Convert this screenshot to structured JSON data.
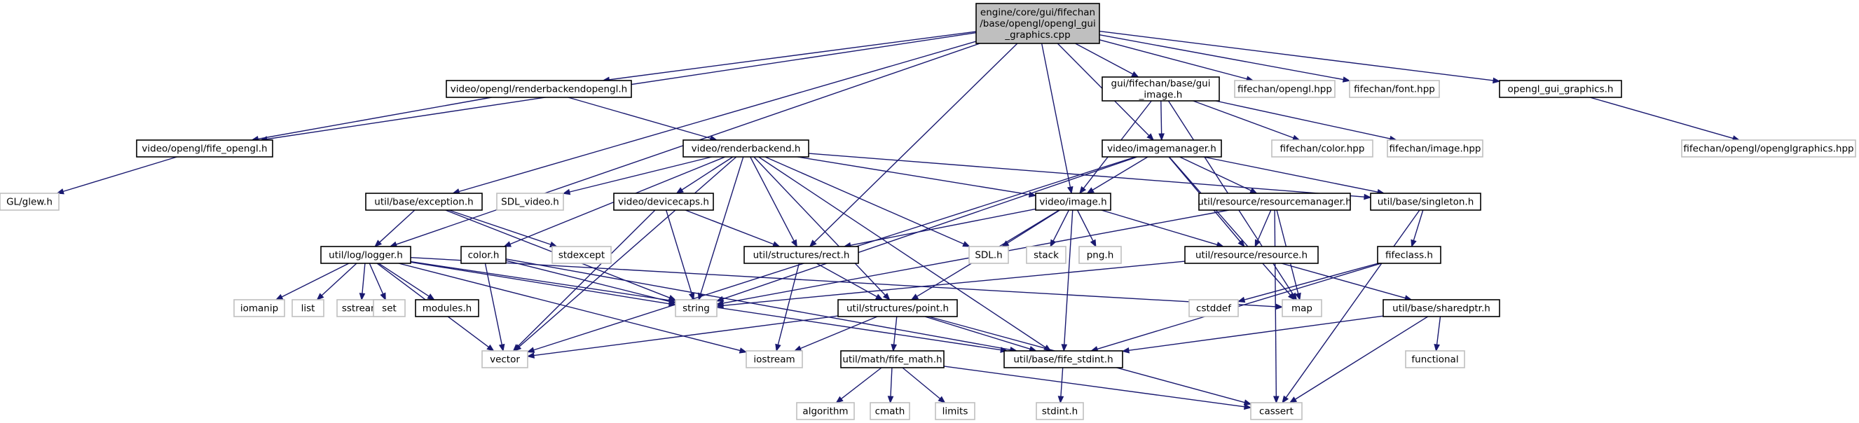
{
  "diagram": {
    "type": "include-dependency-graph",
    "colors": {
      "edge": "#191970",
      "node_border": "#000000",
      "external_border": "#bfbfbf",
      "root_fill": "#bfbfbf",
      "node_fill": "#ffffff"
    },
    "nodes": [
      {
        "id": "root",
        "lines": [
          "engine/core/gui/fifechan",
          "/base/opengl/opengl_gui",
          "_graphics.cpp"
        ],
        "kind": "root"
      },
      {
        "id": "render_ogl",
        "lines": [
          "video/opengl/renderbackendopengl.h"
        ],
        "kind": "file"
      },
      {
        "id": "gui_image",
        "lines": [
          "gui/fifechan/base/gui",
          "_image.h"
        ],
        "kind": "file"
      },
      {
        "id": "fc_opengl",
        "lines": [
          "fifechan/opengl.hpp"
        ],
        "kind": "external"
      },
      {
        "id": "fc_font",
        "lines": [
          "fifechan/font.hpp"
        ],
        "kind": "external"
      },
      {
        "id": "ogl_gui_graphics",
        "lines": [
          "opengl_gui_graphics.h"
        ],
        "kind": "file"
      },
      {
        "id": "fife_opengl",
        "lines": [
          "video/opengl/fife_opengl.h"
        ],
        "kind": "file"
      },
      {
        "id": "renderbackend",
        "lines": [
          "video/renderbackend.h"
        ],
        "kind": "file"
      },
      {
        "id": "imagemanager",
        "lines": [
          "video/imagemanager.h"
        ],
        "kind": "file"
      },
      {
        "id": "fc_color",
        "lines": [
          "fifechan/color.hpp"
        ],
        "kind": "external"
      },
      {
        "id": "fc_image",
        "lines": [
          "fifechan/image.hpp"
        ],
        "kind": "external"
      },
      {
        "id": "fc_oglgraphics",
        "lines": [
          "fifechan/opengl/openglgraphics.hpp"
        ],
        "kind": "external"
      },
      {
        "id": "glew",
        "lines": [
          "GL/glew.h"
        ],
        "kind": "external"
      },
      {
        "id": "exception",
        "lines": [
          "util/base/exception.h"
        ],
        "kind": "file"
      },
      {
        "id": "sdl_video",
        "lines": [
          "SDL_video.h"
        ],
        "kind": "external"
      },
      {
        "id": "devicecaps",
        "lines": [
          "video/devicecaps.h"
        ],
        "kind": "file"
      },
      {
        "id": "image",
        "lines": [
          "video/image.h"
        ],
        "kind": "file"
      },
      {
        "id": "resourcemanager",
        "lines": [
          "util/resource/resourcemanager.h"
        ],
        "kind": "file"
      },
      {
        "id": "singleton",
        "lines": [
          "util/base/singleton.h"
        ],
        "kind": "file"
      },
      {
        "id": "logger",
        "lines": [
          "util/log/logger.h"
        ],
        "kind": "file"
      },
      {
        "id": "color",
        "lines": [
          "color.h"
        ],
        "kind": "file"
      },
      {
        "id": "stdexcept",
        "lines": [
          "stdexcept"
        ],
        "kind": "external"
      },
      {
        "id": "rect",
        "lines": [
          "util/structures/rect.h"
        ],
        "kind": "file"
      },
      {
        "id": "sdl",
        "lines": [
          "SDL.h"
        ],
        "kind": "external"
      },
      {
        "id": "stack",
        "lines": [
          "stack"
        ],
        "kind": "external"
      },
      {
        "id": "png",
        "lines": [
          "png.h"
        ],
        "kind": "external"
      },
      {
        "id": "resource",
        "lines": [
          "util/resource/resource.h"
        ],
        "kind": "file"
      },
      {
        "id": "fifeclass",
        "lines": [
          "fifeclass.h"
        ],
        "kind": "file"
      },
      {
        "id": "iomanip",
        "lines": [
          "iomanip"
        ],
        "kind": "external"
      },
      {
        "id": "list",
        "lines": [
          "list"
        ],
        "kind": "external"
      },
      {
        "id": "sstream",
        "lines": [
          "sstream"
        ],
        "kind": "external"
      },
      {
        "id": "set",
        "lines": [
          "set"
        ],
        "kind": "external"
      },
      {
        "id": "modules",
        "lines": [
          "modules.h"
        ],
        "kind": "file"
      },
      {
        "id": "string",
        "lines": [
          "string"
        ],
        "kind": "external"
      },
      {
        "id": "map",
        "lines": [
          "map"
        ],
        "kind": "external"
      },
      {
        "id": "cstddef",
        "lines": [
          "cstddef"
        ],
        "kind": "external"
      },
      {
        "id": "point",
        "lines": [
          "util/structures/point.h"
        ],
        "kind": "file"
      },
      {
        "id": "sharedptr",
        "lines": [
          "util/base/sharedptr.h"
        ],
        "kind": "file"
      },
      {
        "id": "vector",
        "lines": [
          "vector"
        ],
        "kind": "external"
      },
      {
        "id": "iostream",
        "lines": [
          "iostream"
        ],
        "kind": "external"
      },
      {
        "id": "fife_stdint",
        "lines": [
          "util/base/fife_stdint.h"
        ],
        "kind": "file"
      },
      {
        "id": "functional",
        "lines": [
          "functional"
        ],
        "kind": "external"
      },
      {
        "id": "fife_math",
        "lines": [
          "util/math/fife_math.h"
        ],
        "kind": "file"
      },
      {
        "id": "algorithm",
        "lines": [
          "algorithm"
        ],
        "kind": "external"
      },
      {
        "id": "cmath",
        "lines": [
          "cmath"
        ],
        "kind": "external"
      },
      {
        "id": "limits",
        "lines": [
          "limits"
        ],
        "kind": "external"
      },
      {
        "id": "cassert",
        "lines": [
          "cassert"
        ],
        "kind": "external"
      },
      {
        "id": "stdint",
        "lines": [
          "stdint.h"
        ],
        "kind": "external"
      }
    ],
    "edges": [
      [
        "root",
        "render_ogl"
      ],
      [
        "root",
        "gui_image"
      ],
      [
        "root",
        "fc_opengl"
      ],
      [
        "root",
        "fc_font"
      ],
      [
        "root",
        "ogl_gui_graphics"
      ],
      [
        "root",
        "fife_opengl"
      ],
      [
        "root",
        "imagemanager"
      ],
      [
        "root",
        "image"
      ],
      [
        "root",
        "rect"
      ],
      [
        "root",
        "exception"
      ],
      [
        "root",
        "logger"
      ],
      [
        "render_ogl",
        "fife_opengl"
      ],
      [
        "render_ogl",
        "renderbackend"
      ],
      [
        "fife_opengl",
        "glew"
      ],
      [
        "gui_image",
        "imagemanager"
      ],
      [
        "gui_image",
        "image"
      ],
      [
        "gui_image",
        "fc_color"
      ],
      [
        "gui_image",
        "fc_image"
      ],
      [
        "gui_image",
        "map"
      ],
      [
        "ogl_gui_graphics",
        "fc_oglgraphics"
      ],
      [
        "renderbackend",
        "sdl_video"
      ],
      [
        "renderbackend",
        "devicecaps"
      ],
      [
        "renderbackend",
        "image"
      ],
      [
        "renderbackend",
        "singleton"
      ],
      [
        "renderbackend",
        "rect"
      ],
      [
        "renderbackend",
        "point"
      ],
      [
        "renderbackend",
        "sdl"
      ],
      [
        "renderbackend",
        "string"
      ],
      [
        "renderbackend",
        "vector"
      ],
      [
        "renderbackend",
        "color"
      ],
      [
        "renderbackend",
        "fife_stdint"
      ],
      [
        "imagemanager",
        "image"
      ],
      [
        "imagemanager",
        "resourcemanager"
      ],
      [
        "imagemanager",
        "singleton"
      ],
      [
        "imagemanager",
        "resource"
      ],
      [
        "imagemanager",
        "string"
      ],
      [
        "imagemanager",
        "map"
      ],
      [
        "imagemanager",
        "vector"
      ],
      [
        "exception",
        "logger"
      ],
      [
        "exception",
        "stdexcept"
      ],
      [
        "exception",
        "string"
      ],
      [
        "devicecaps",
        "rect"
      ],
      [
        "devicecaps",
        "string"
      ],
      [
        "devicecaps",
        "vector"
      ],
      [
        "image",
        "rect"
      ],
      [
        "image",
        "sdl"
      ],
      [
        "image",
        "stack"
      ],
      [
        "image",
        "png"
      ],
      [
        "image",
        "resource"
      ],
      [
        "image",
        "point"
      ],
      [
        "image",
        "fife_stdint"
      ],
      [
        "resourcemanager",
        "resource"
      ],
      [
        "resourcemanager",
        "string"
      ],
      [
        "resourcemanager",
        "cassert"
      ],
      [
        "resourcemanager",
        "map"
      ],
      [
        "singleton",
        "fifeclass"
      ],
      [
        "singleton",
        "cassert"
      ],
      [
        "logger",
        "iomanip"
      ],
      [
        "logger",
        "list"
      ],
      [
        "logger",
        "sstream"
      ],
      [
        "logger",
        "set"
      ],
      [
        "logger",
        "modules"
      ],
      [
        "logger",
        "string"
      ],
      [
        "logger",
        "vector"
      ],
      [
        "logger",
        "map"
      ],
      [
        "logger",
        "fife_stdint"
      ],
      [
        "logger",
        "iostream"
      ],
      [
        "color",
        "vector"
      ],
      [
        "color",
        "string"
      ],
      [
        "color",
        "fife_stdint"
      ],
      [
        "rect",
        "point"
      ],
      [
        "rect",
        "iostream"
      ],
      [
        "resource",
        "string"
      ],
      [
        "resource",
        "sharedptr"
      ],
      [
        "fifeclass",
        "cstddef"
      ],
      [
        "fifeclass",
        "fife_stdint"
      ],
      [
        "point",
        "iostream"
      ],
      [
        "point",
        "vector"
      ],
      [
        "point",
        "fife_math"
      ],
      [
        "point",
        "fife_stdint"
      ],
      [
        "point",
        "cassert"
      ],
      [
        "sharedptr",
        "fife_stdint"
      ],
      [
        "sharedptr",
        "functional"
      ],
      [
        "sharedptr",
        "cassert"
      ],
      [
        "fife_math",
        "algorithm"
      ],
      [
        "fife_math",
        "cmath"
      ],
      [
        "fife_math",
        "limits"
      ],
      [
        "fife_math",
        "cassert"
      ],
      [
        "fife_stdint",
        "stdint"
      ]
    ]
  }
}
